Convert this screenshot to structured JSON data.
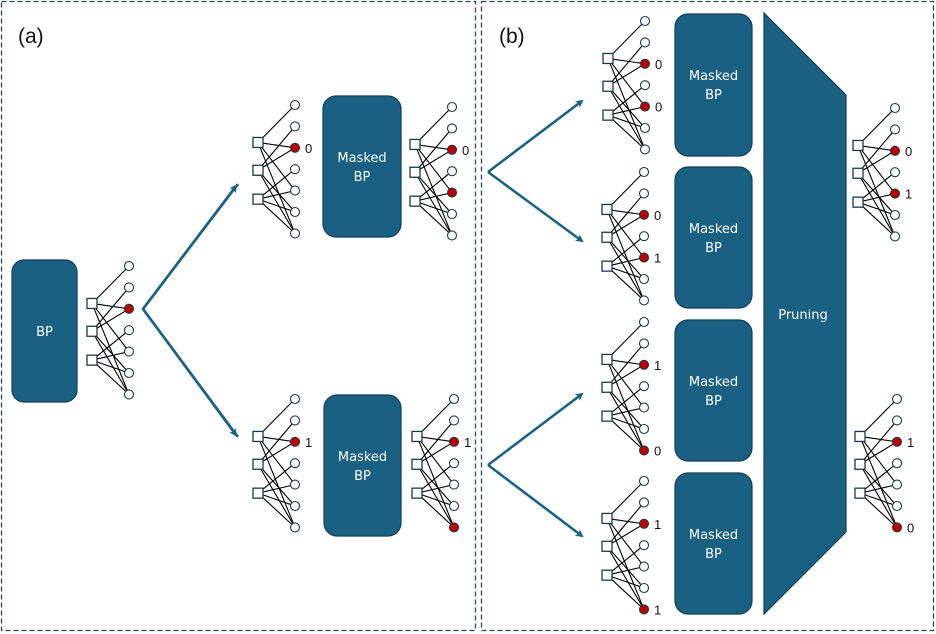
{
  "colors": {
    "block": "#1a6082",
    "block_border": "#123f57",
    "arrow": "#1a6385",
    "error_node": "#c00000",
    "node_fill": "#ffffff",
    "frame": "#2a4a5a"
  },
  "tanner_graph": {
    "num_checks": 3,
    "num_variables": 7,
    "edges": [
      [
        0,
        0
      ],
      [
        0,
        2
      ],
      [
        0,
        4
      ],
      [
        0,
        6
      ],
      [
        1,
        1
      ],
      [
        1,
        2
      ],
      [
        1,
        5
      ],
      [
        1,
        6
      ],
      [
        2,
        3
      ],
      [
        2,
        4
      ],
      [
        2,
        5
      ],
      [
        2,
        6
      ]
    ]
  },
  "panel_a": {
    "label": "(a)",
    "initial_block": {
      "label": "BP"
    },
    "initial_graph": {
      "highlighted": [
        2
      ],
      "bits": {}
    },
    "branches": [
      {
        "input_graph": {
          "highlighted": [
            2
          ],
          "bits": {
            "2": "0"
          }
        },
        "block": {
          "label_line1": "Masked",
          "label_line2": "BP"
        },
        "output_graph": {
          "highlighted": [
            2,
            4
          ],
          "bits": {
            "2": "0"
          }
        }
      },
      {
        "input_graph": {
          "highlighted": [
            2
          ],
          "bits": {
            "2": "1"
          }
        },
        "block": {
          "label_line1": "Masked",
          "label_line2": "BP"
        },
        "output_graph": {
          "highlighted": [
            2,
            6
          ],
          "bits": {
            "2": "1"
          }
        }
      }
    ]
  },
  "panel_b": {
    "label": "(b)",
    "branches": [
      {
        "graph": {
          "highlighted": [
            2,
            4
          ],
          "bits": {
            "2": "0",
            "4": "0"
          }
        },
        "block": {
          "label_line1": "Masked",
          "label_line2": "BP"
        }
      },
      {
        "graph": {
          "highlighted": [
            2,
            4
          ],
          "bits": {
            "2": "0",
            "4": "1"
          }
        },
        "block": {
          "label_line1": "Masked",
          "label_line2": "BP"
        }
      },
      {
        "graph": {
          "highlighted": [
            2,
            6
          ],
          "bits": {
            "2": "1",
            "6": "0"
          }
        },
        "block": {
          "label_line1": "Masked",
          "label_line2": "BP"
        }
      },
      {
        "graph": {
          "highlighted": [
            2,
            6
          ],
          "bits": {
            "2": "1",
            "6": "1"
          }
        },
        "block": {
          "label_line1": "Masked",
          "label_line2": "BP"
        }
      }
    ],
    "pruning": {
      "label": "Pruning"
    },
    "outputs": [
      {
        "graph": {
          "highlighted": [
            2,
            4
          ],
          "bits": {
            "2": "0",
            "4": "1"
          }
        }
      },
      {
        "graph": {
          "highlighted": [
            2,
            6
          ],
          "bits": {
            "2": "1",
            "6": "0"
          }
        }
      }
    ]
  }
}
